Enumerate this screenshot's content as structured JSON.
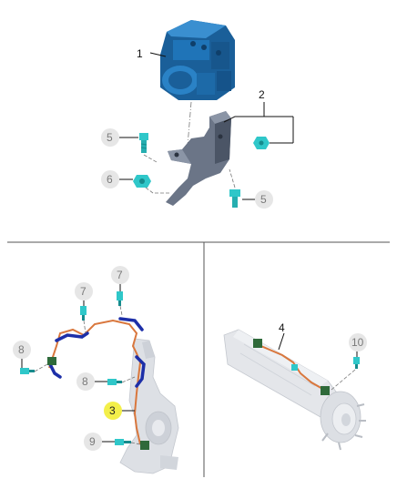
{
  "callouts": {
    "c1": "1",
    "c2": "2",
    "c3": "3",
    "c4": "4",
    "c5a": "5",
    "c5b": "5",
    "c6": "6",
    "c7a": "7",
    "c7b": "7",
    "c8a": "8",
    "c8b": "8",
    "c9": "9",
    "c10": "10"
  },
  "colors": {
    "module_blue": "#1f6fae",
    "bracket_gray": "#5b6577",
    "bolt_cyan": "#2fc7c9",
    "clip_blue": "#1d2fa8",
    "wire_orange": "#d9773d",
    "connector_green": "#2f6a3a",
    "knuckle_gray": "#d8dbe0",
    "bubble_gray": "#e6e6e6",
    "highlight_yellow": "#f3ef4a",
    "divider": "#555555"
  }
}
